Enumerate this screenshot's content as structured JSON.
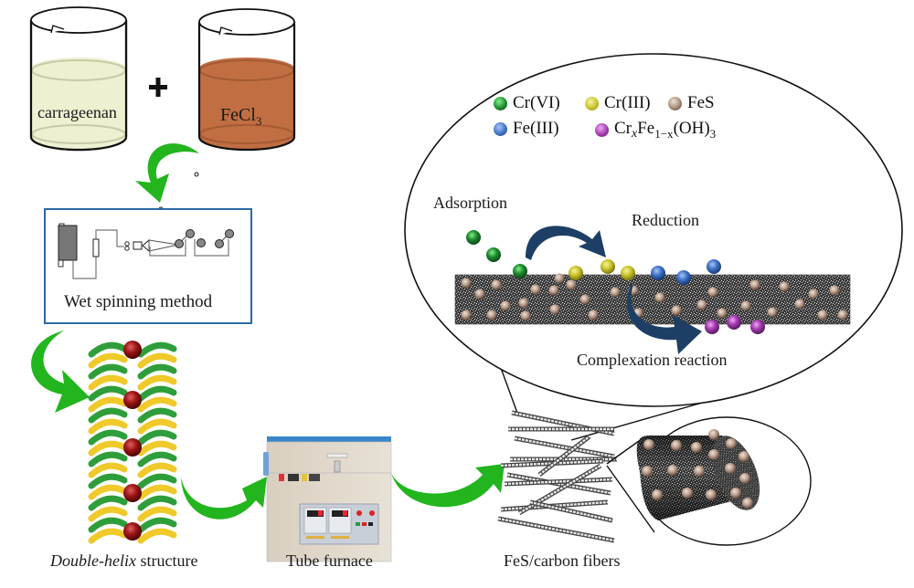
{
  "beakers": [
    {
      "label": "carrageenan",
      "liquid_color": "#eef0d2"
    },
    {
      "label_main": "FeCl",
      "label_sub": "3",
      "liquid_color": "#c06e42"
    }
  ],
  "plus_sign": "+",
  "wet_spinning": {
    "label": "Wet spinning method",
    "border_color": "#2b6aa3"
  },
  "double_helix": {
    "label_italic": "Double-helix",
    "label_rest": " structure"
  },
  "tube_furnace": {
    "label": "Tube furnace"
  },
  "fibers": {
    "label": "FeS/carbon fibers"
  },
  "legend": [
    {
      "name": "Cr(VI)",
      "color": "#1f8a2e"
    },
    {
      "name": "Cr(III)",
      "color": "#c9c42a"
    },
    {
      "name": "FeS",
      "color": "#a48a7a"
    },
    {
      "name": "Fe(III)",
      "color": "#3f72c8"
    },
    {
      "name_parts": [
        "Cr",
        "x",
        "Fe",
        "1−x",
        "(OH)",
        "3"
      ],
      "color": "#a23ab0"
    }
  ],
  "processes": {
    "adsorption": "Adsorption",
    "reduction": "Reduction",
    "complexation": "Complexation reaction"
  },
  "colors": {
    "arrow_green": "#22b51e",
    "arrow_navy": "#1d3f66",
    "helix_green": "#2e9e3a",
    "helix_yellow": "#f0c92a",
    "helix_bead": "#9c1414"
  }
}
